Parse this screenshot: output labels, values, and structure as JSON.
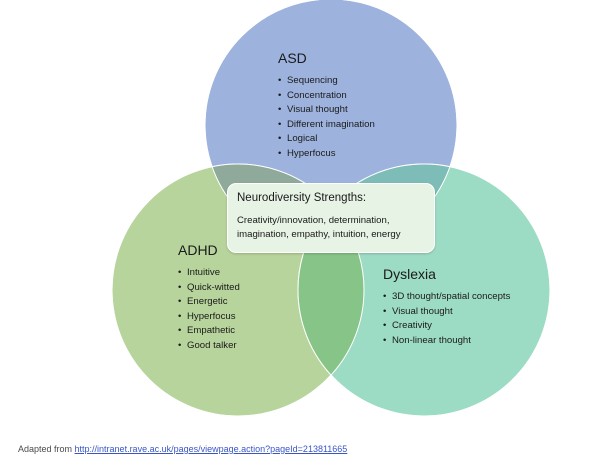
{
  "colors": {
    "asd_fill": "#9db3de",
    "adhd_fill": "#b7d49c",
    "dyslexia_fill": "#9ddcc4",
    "asd_adhd_overlap": "#8fa99a",
    "asd_dyslexia_overlap": "#7ebcb7",
    "adhd_dyslexia_overlap": "#87c488",
    "link": "#3a56c5"
  },
  "venn": {
    "asd": {
      "title": "ASD",
      "items": [
        "Sequencing",
        "Concentration",
        "Visual thought",
        "Different imagination",
        "Logical",
        "Hyperfocus"
      ]
    },
    "adhd": {
      "title": "ADHD",
      "items": [
        "Intuitive",
        "Quick-witted",
        "Energetic",
        "Hyperfocus",
        "Empathetic",
        "Good talker"
      ]
    },
    "dyslexia": {
      "title": "Dyslexia",
      "items": [
        "3D thought/spatial concepts",
        "Visual thought",
        "Creativity",
        "Non-linear thought"
      ]
    },
    "center": {
      "title": "Neurodiversity Strengths:",
      "line1": "Creativity/innovation, determination,",
      "line2": "imagination, empathy, intuition, energy"
    }
  },
  "caption": {
    "prefix": "Adapted from ",
    "link": "http://intranet.rave.ac.uk/pages/viewpage.action?pageId=213811665"
  }
}
